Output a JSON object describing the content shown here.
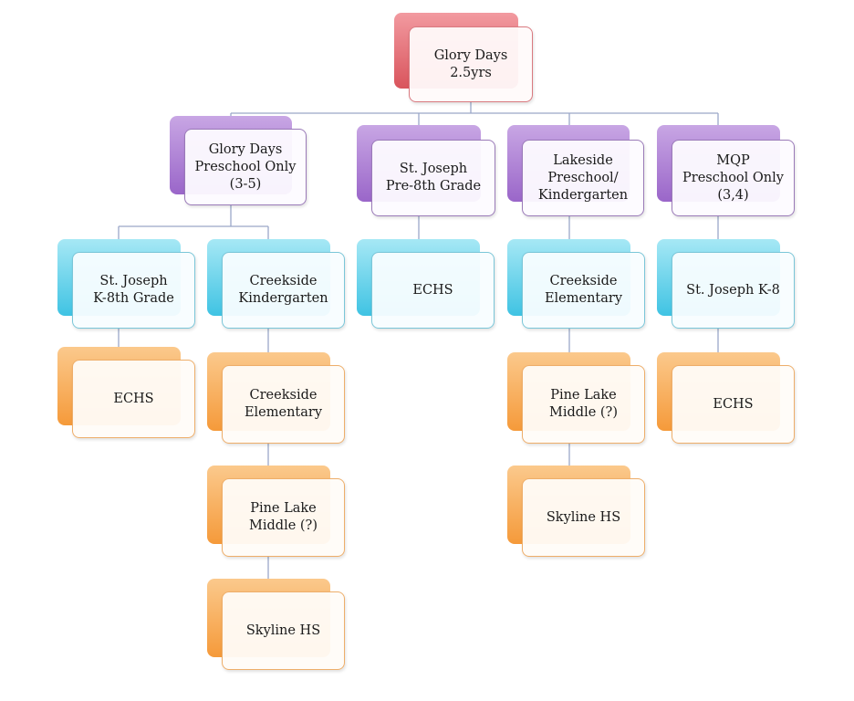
{
  "colors": {
    "root": "#d9545c",
    "level1": "#9a66c9",
    "level2": "#3fc3e3",
    "level3": "#f59a3a",
    "connector": "#9aa8c8"
  },
  "nodes": {
    "root": {
      "label": "Glory Days\n2.5yrs"
    },
    "gd_preschool": {
      "label": "Glory Days\nPreschool Only\n(3-5)"
    },
    "stjoseph_pre8": {
      "label": "St. Joseph\nPre-8th Grade"
    },
    "lakeside": {
      "label": "Lakeside\nPreschool/\nKindergarten"
    },
    "mqp": {
      "label": "MQP\nPreschool Only\n(3,4)"
    },
    "stjoseph_k8th": {
      "label": "St. Joseph\nK-8th Grade"
    },
    "creekside_k": {
      "label": "Creekside\nKindergarten"
    },
    "echs_a": {
      "label": "ECHS"
    },
    "creekside_elem_a": {
      "label": "Creekside\nElementary"
    },
    "stjoseph_k8": {
      "label": "St. Joseph K-8"
    },
    "echs_b": {
      "label": "ECHS"
    },
    "creekside_elem_b": {
      "label": "Creekside\nElementary"
    },
    "pinelake_b": {
      "label": "Pine Lake\nMiddle (?)"
    },
    "echs_c": {
      "label": "ECHS"
    },
    "pinelake_a": {
      "label": "Pine Lake\nMiddle (?)"
    },
    "skyline_b": {
      "label": "Skyline HS"
    },
    "skyline_a": {
      "label": "Skyline HS"
    }
  }
}
